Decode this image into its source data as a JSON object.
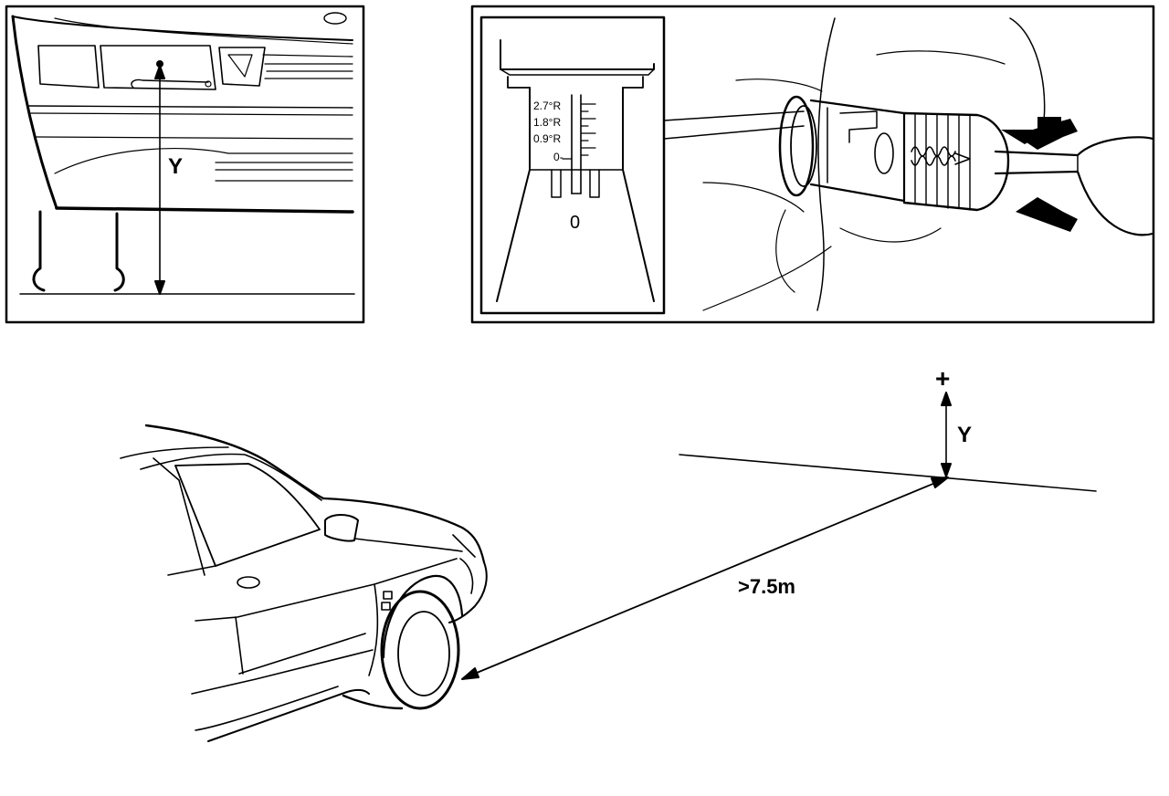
{
  "panel_left": {
    "height_label": "Y"
  },
  "panel_right": {
    "scale_labels": [
      "2.7°R",
      "1.8°R",
      "0.9°R",
      "0-"
    ],
    "scale_zero": "0"
  },
  "main": {
    "distance_label": ">7.5m",
    "target_mark": "+",
    "height_label": "Y"
  }
}
